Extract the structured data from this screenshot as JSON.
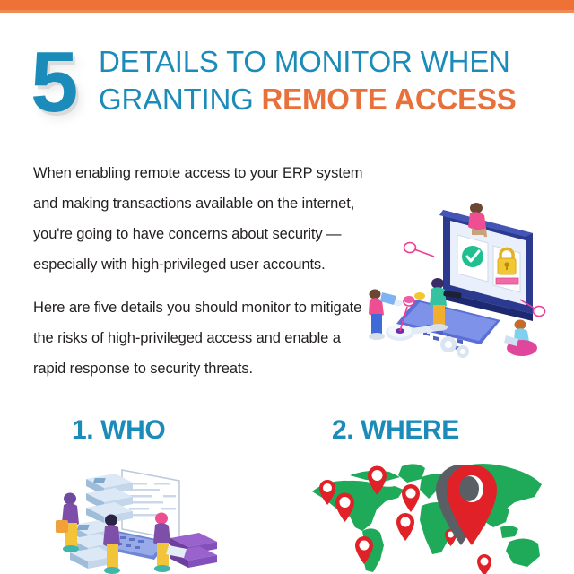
{
  "theme": {
    "orange": "#ee7136",
    "orange_light": "#f08a56",
    "blue": "#1b8cba",
    "accent_orange": "#e8703a",
    "body_text": "#231f20",
    "map_green": "#1faa5a",
    "pin_red": "#e02128"
  },
  "top_bar": {
    "name": "decorative-top-bar"
  },
  "headline": {
    "number": "5",
    "line1": "DETAILS TO MONITOR WHEN",
    "line2_prefix": "GRANTING ",
    "line2_accent": "REMOTE ACCESS"
  },
  "body": {
    "paragraph1": "When enabling remote access to your ERP system and making transactions available on the internet, you're going to have concerns about security — especially with high-privileged user accounts.",
    "paragraph2": "Here are five details you should monitor to mitigate the risks of high-privileged access and enable a rapid response to security threats."
  },
  "hero_illustration": {
    "name": "remote-access-security-illustration",
    "alt": "Isometric scene of a laptop showing a verified badge and a padlock, with people, a key and gears"
  },
  "sections": [
    {
      "id": "who",
      "heading": "1. WHO",
      "illustration_name": "servers-and-users-illustration",
      "illustration_alt": "People working around stacked servers and a laptop"
    },
    {
      "id": "where",
      "heading": "2. WHERE",
      "illustration_name": "world-map-location-pins-illustration",
      "illustration_alt": "Green world map covered with red location pins"
    }
  ]
}
